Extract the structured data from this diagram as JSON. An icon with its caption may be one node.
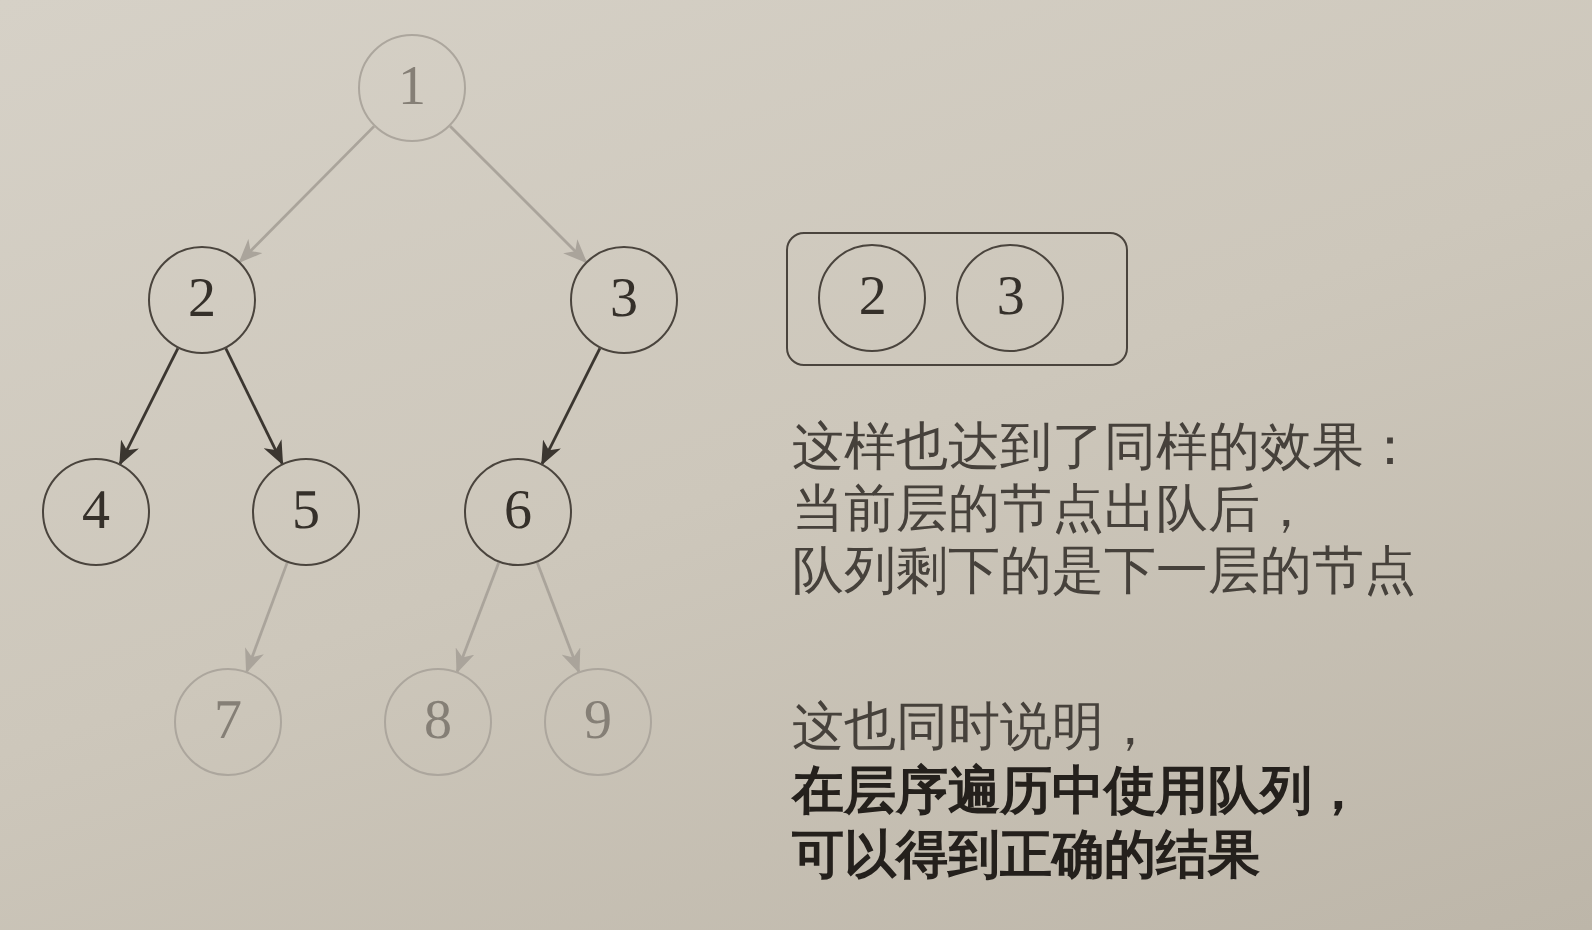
{
  "diagram": {
    "nodes": [
      {
        "text": [
          "1"
        ]
      },
      {
        "text": [
          "2"
        ]
      },
      {
        "text": [
          "3"
        ]
      },
      {
        "text": [
          "4"
        ]
      },
      {
        "text": [
          "5"
        ]
      },
      {
        "text": [
          "6"
        ]
      },
      {
        "text": [
          "7"
        ]
      },
      {
        "text": [
          "8"
        ]
      },
      {
        "text": [
          "9"
        ]
      },
      {
        "text": [],
        "shape": "box"
      },
      {
        "text": [
          "2"
        ],
        "in": 9
      },
      {
        "text": [
          "3"
        ],
        "in": 9
      }
    ],
    "edges": [
      {
        "from": 0,
        "to": 1,
        "arrow": "to"
      },
      {
        "from": 0,
        "to": 2,
        "arrow": "to"
      },
      {
        "from": 1,
        "to": 3,
        "arrow": "to",
        "color": "#3b3630"
      },
      {
        "from": 1,
        "to": 4,
        "arrow": "to",
        "color": "#3b3630"
      },
      {
        "from": 2,
        "to": 5,
        "arrow": "to",
        "color": "#3b3630"
      },
      {
        "from": 4,
        "to": 6,
        "arrow": "to"
      },
      {
        "from": 5,
        "to": 7,
        "arrow": "to"
      },
      {
        "from": 5,
        "to": 8,
        "arrow": "to"
      }
    ],
    "labels": [
      "这样也达到了同样的效果：当前层的节点出队后，队列剩下的是下一层的节点",
      "这也同时说明，**在层序遍历中使用队列，可以得到正确的结果**"
    ]
  }
}
